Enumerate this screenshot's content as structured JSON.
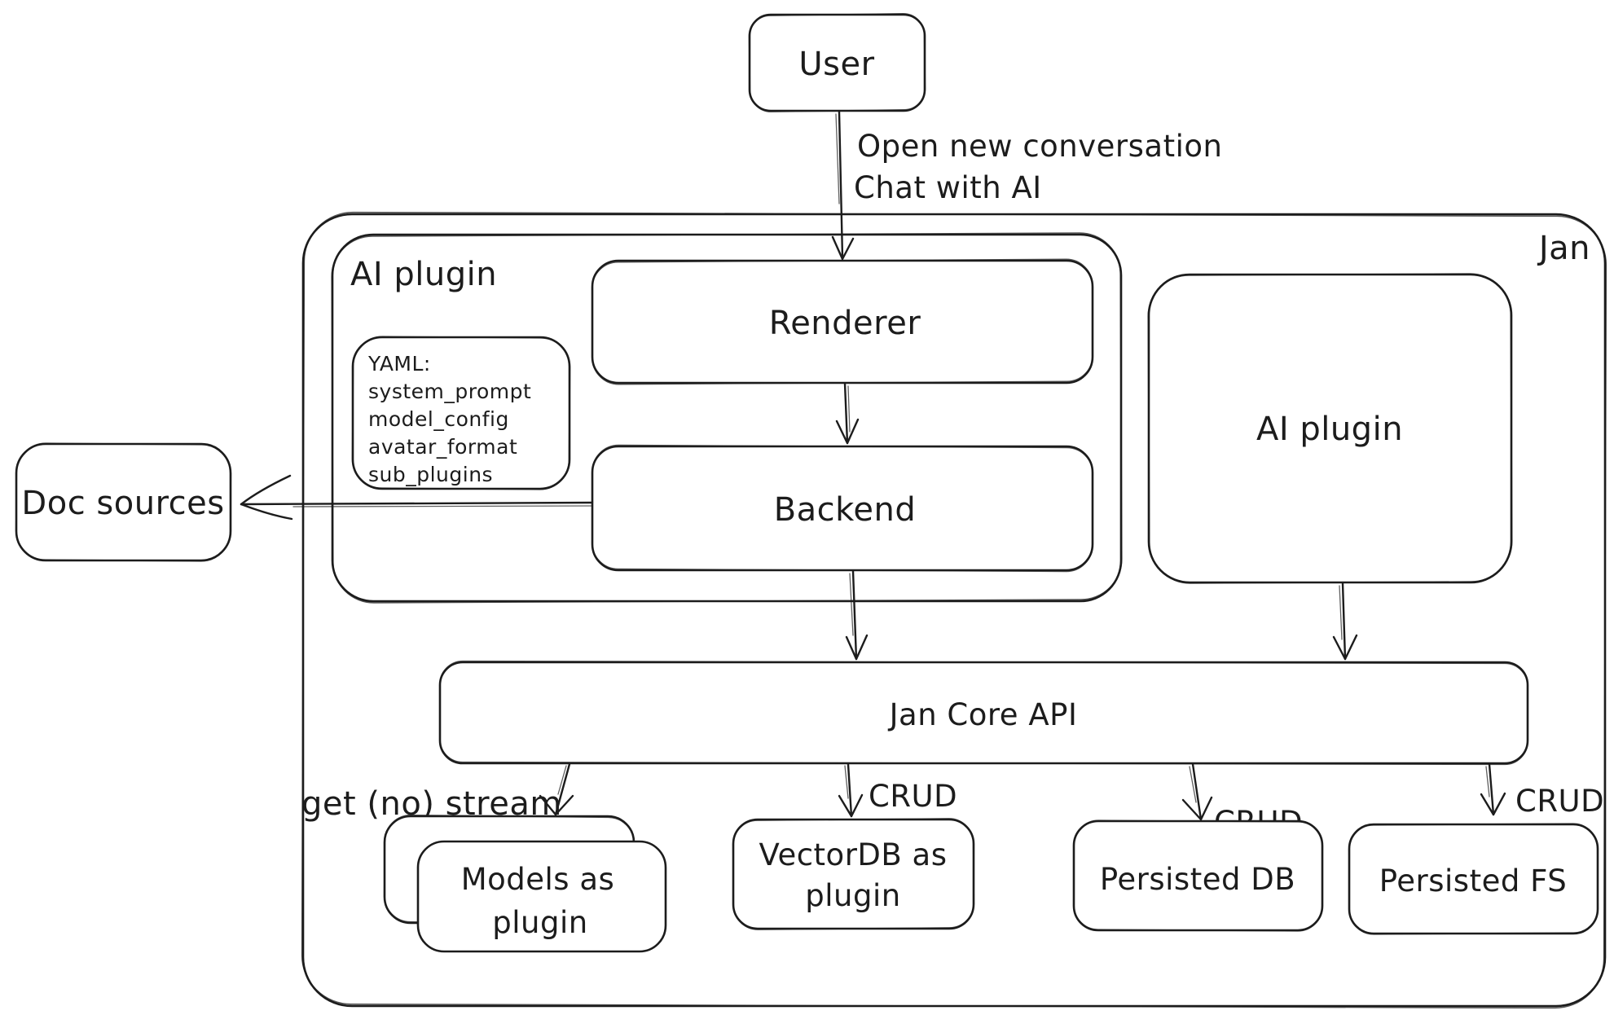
{
  "colors": {
    "ink": "#1c1c1c",
    "background": "#ffffff"
  },
  "nodes": {
    "user": {
      "label": "User"
    },
    "jan": {
      "label": "Jan"
    },
    "ai_plugin_container": {
      "label": "AI plugin"
    },
    "renderer": {
      "label": "Renderer"
    },
    "backend": {
      "label": "Backend"
    },
    "ai_plugin_right": {
      "label": "AI plugin"
    },
    "doc_sources": {
      "label": "Doc sources"
    },
    "jan_core_api": {
      "label": "Jan Core API"
    },
    "models": {
      "line1": "Models as",
      "line2": "plugin"
    },
    "vectordb": {
      "line1": "VectorDB as",
      "line2": "plugin"
    },
    "persisted_db": {
      "label": "Persisted DB"
    },
    "persisted_fs": {
      "label": "Persisted FS"
    }
  },
  "yaml_note": {
    "lines": [
      "YAML:",
      "system_prompt",
      "model_config",
      "avatar_format",
      "sub_plugins"
    ]
  },
  "edges": {
    "user_to_renderer": {
      "label_line1": "Open new conversation",
      "label_line2": "Chat with AI"
    },
    "core_to_models": {
      "label": "get (no) stream"
    },
    "core_to_vectordb": {
      "label": "CRUD"
    },
    "core_to_persisted_db": {
      "label": "CRUD"
    },
    "core_to_persisted_fs": {
      "label": "CRUD"
    }
  }
}
